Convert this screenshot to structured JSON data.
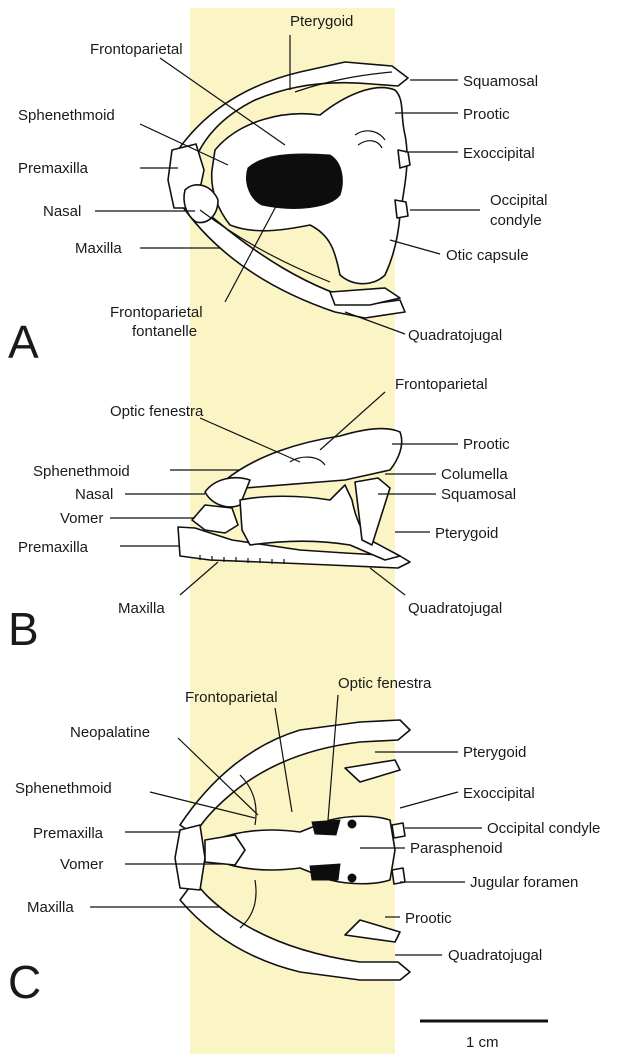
{
  "colors": {
    "band": "#fbf4c5",
    "ink": "#111111",
    "background": "#ffffff"
  },
  "panels": [
    {
      "letter": "A",
      "labels": {
        "pterygoid": "Pterygoid",
        "frontoparietal": "Frontoparietal",
        "squamosal": "Squamosal",
        "prootic": "Prootic",
        "sphenethmoid": "Sphenethmoid",
        "premaxilla": "Premaxilla",
        "exoccipital": "Exoccipital",
        "occipital_condyle_1": "Occipital",
        "occipital_condyle_2": "condyle",
        "nasal": "Nasal",
        "maxilla": "Maxilla",
        "otic_capsule": "Otic capsule",
        "fontanelle_1": "Frontoparietal",
        "fontanelle_2": "fontanelle",
        "quadratojugal": "Quadratojugal"
      }
    },
    {
      "letter": "B",
      "labels": {
        "frontoparietal": "Frontoparietal",
        "optic_fenestra": "Optic fenestra",
        "prootic": "Prootic",
        "sphenethmoid": "Sphenethmoid",
        "columella": "Columella",
        "nasal": "Nasal",
        "squamosal": "Squamosal",
        "vomer": "Vomer",
        "pterygoid": "Pterygoid",
        "premaxilla": "Premaxilla",
        "maxilla": "Maxilla",
        "quadratojugal": "Quadratojugal"
      }
    },
    {
      "letter": "C",
      "labels": {
        "optic_fenestra": "Optic fenestra",
        "frontoparietal": "Frontoparietal",
        "neopalatine": "Neopalatine",
        "pterygoid": "Pterygoid",
        "sphenethmoid": "Sphenethmoid",
        "exoccipital": "Exoccipital",
        "premaxilla": "Premaxilla",
        "occipital_condyle": "Occipital condyle",
        "parasphenoid": "Parasphenoid",
        "vomer": "Vomer",
        "jugular_foramen": "Jugular foramen",
        "maxilla": "Maxilla",
        "prootic": "Prootic",
        "quadratojugal": "Quadratojugal"
      }
    }
  ],
  "scale_bar": {
    "label": "1 cm"
  }
}
